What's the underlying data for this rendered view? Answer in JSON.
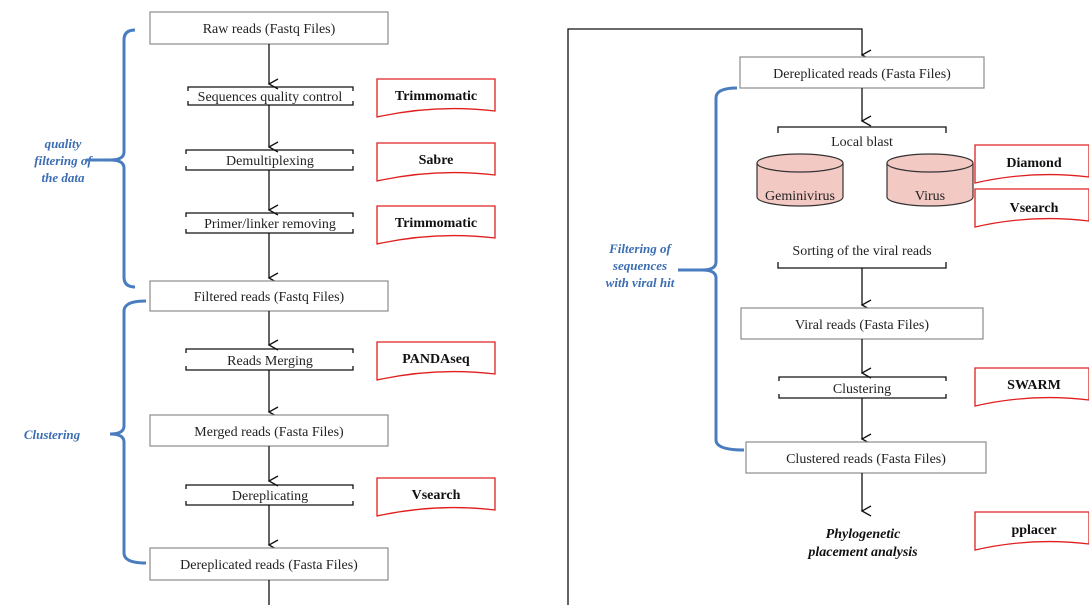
{
  "colors": {
    "tool_border": "#e02020",
    "bracket": "#4a7cc0",
    "bracket_label": "#3b6db3",
    "database_fill": "#f3c9c4",
    "box_border": "#8c8c8c"
  },
  "left_pipeline": {
    "raw_reads": "Raw reads (Fastq Files)",
    "quality_control": "Sequences quality control",
    "demultiplexing": "Demultiplexing",
    "primer_removing": "Primer/linker removing",
    "filtered_reads": "Filtered reads (Fastq Files)",
    "reads_merging": "Reads Merging",
    "merged_reads": "Merged reads (Fasta Files)",
    "dereplicating": "Dereplicating",
    "dereplicated_reads": "Dereplicated reads (Fasta Files)"
  },
  "left_tools": {
    "trimmomatic_1": "Trimmomatic",
    "sabre": "Sabre",
    "trimmomatic_2": "Trimmomatic",
    "pandaseq": "PANDAseq",
    "vsearch": "Vsearch"
  },
  "left_brackets": {
    "quality_line1": "quality",
    "quality_line2": "filtering of",
    "quality_line3": "the data",
    "clustering": "Clustering"
  },
  "right_pipeline": {
    "dereplicated_reads": "Dereplicated reads (Fasta Files)",
    "local_blast": "Local blast",
    "geminivirus_db": "Geminivirus",
    "virus_db": "Virus",
    "sorting": "Sorting of the viral reads",
    "viral_reads": "Viral reads (Fasta Files)",
    "clustering": "Clustering",
    "clustered_reads": "Clustered reads (Fasta Files)",
    "final_line1": "Phylogenetic",
    "final_line2": "placement analysis"
  },
  "right_tools": {
    "diamond": "Diamond",
    "vsearch": "Vsearch",
    "swarm": "SWARM",
    "pplacer": "pplacer"
  },
  "right_bracket": {
    "line1": "Filtering of",
    "line2": "sequences",
    "line3": "with viral hit"
  }
}
